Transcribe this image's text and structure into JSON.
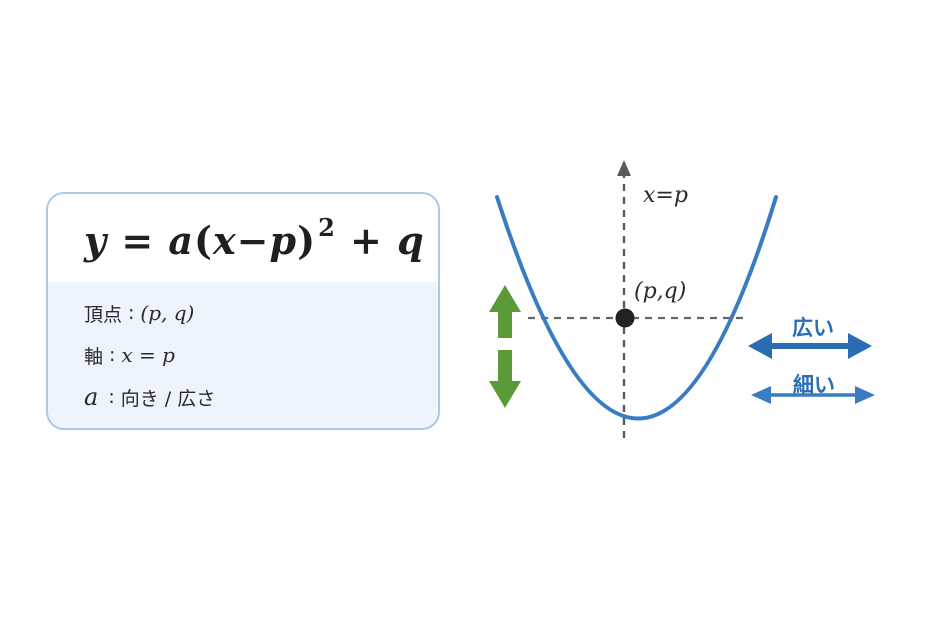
{
  "formula": {
    "y": "y",
    "eq": "=",
    "a": "a",
    "open": "(",
    "x": "x",
    "minus": "−",
    "p": "p",
    "close": ")",
    "exp": "2",
    "plus": "+",
    "q": "q"
  },
  "properties": {
    "vertex_label": "頂点",
    "vertex_value": "(p, q)",
    "axis_label": "軸",
    "axis_value": "x = p",
    "a_label": "a",
    "a_value": "向き / 広さ",
    "colon": ":"
  },
  "graph": {
    "axis_label": "x=p",
    "vertex_label": "(p,q)",
    "wide_label": "広い",
    "narrow_label": "細い"
  },
  "colors": {
    "curve": "#3a7cc2",
    "wide_arrow": "#2b6db5",
    "narrow_arrow": "#3a7cc2",
    "vertical_arrow": "#5c9a38",
    "axis": "#5a5a5a",
    "card_border": "#a9c9e6"
  }
}
